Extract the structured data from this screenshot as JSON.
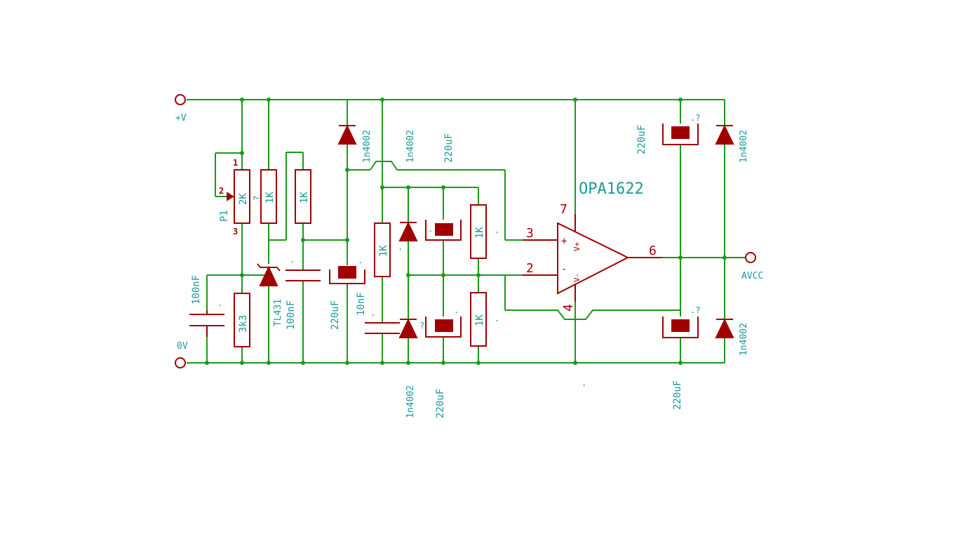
{
  "colors": {
    "wire": "#1a9a1a",
    "component": "#a00000",
    "label": "#1a9a9a",
    "background": "#ffffff"
  },
  "nets": {
    "vplus": "+V",
    "ground": "0V",
    "output": "AVCC"
  },
  "op_amp": {
    "name": "OPA1622",
    "pin_noninv": "3",
    "pin_inv": "2",
    "pin_out": "6",
    "pin_vpos": "7",
    "pin_vneg": "4",
    "in_plus": "+",
    "in_minus": "-",
    "supply_pos": "V+",
    "supply_neg": "V-"
  },
  "pot": {
    "ref": "P1",
    "value": "2K",
    "pin1": "1",
    "pin2": "2",
    "pin3": "3",
    "ref_fragment": "?"
  },
  "resistors": {
    "r_mid_a": "1K",
    "r_mid_b": "1K",
    "r_left_div": "1K",
    "r_right_top": "1K",
    "r_right_bot": "1K",
    "r_bottom": "3k3"
  },
  "capacitors": {
    "c_in": "100nF",
    "c_ref": "100nF",
    "c_small": "10nF",
    "c_bulk_left": "220uF",
    "c_bulk_top": "220uF",
    "c_bulk_bot": "220uF",
    "c_out_top": "220uF",
    "c_out_bot": "220uF"
  },
  "diodes": {
    "d_left": "1n4002",
    "d_top": "1n4002",
    "d_bot": "1n4002",
    "d_out_top": "1n4002",
    "d_out_bot": "1n4002"
  },
  "zener": {
    "value": "TL431"
  },
  "ref_fragments": {
    "dot": ".",
    "q": "?",
    "dq": ".?"
  }
}
